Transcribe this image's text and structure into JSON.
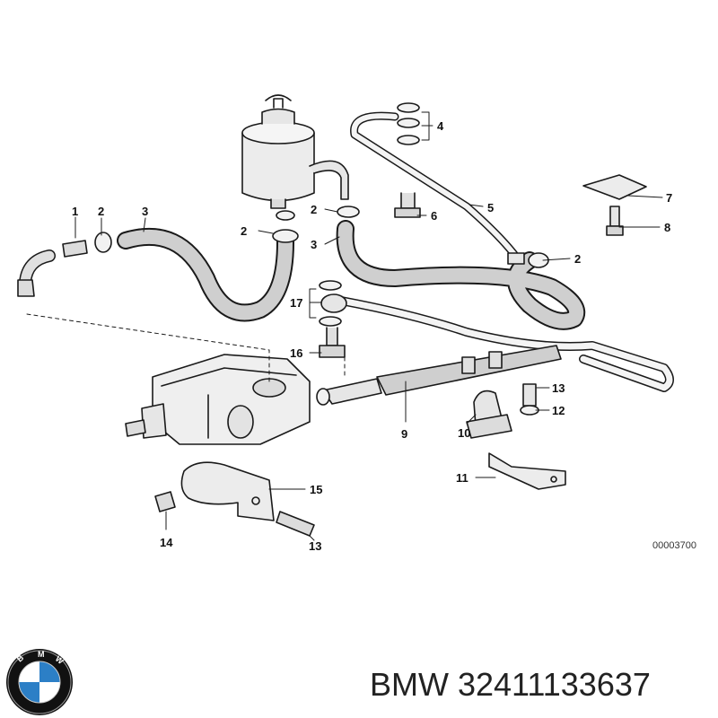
{
  "diagram": {
    "callouts": {
      "c1": "1",
      "c2a": "2",
      "c3a": "3",
      "c2b": "2",
      "c2c": "2",
      "c3b": "3",
      "c4": "4",
      "c5": "5",
      "c6": "6",
      "c2d": "2",
      "c7": "7",
      "c8": "8",
      "c17": "17",
      "c16": "16",
      "c9": "9",
      "c13a": "13",
      "c12": "12",
      "c10": "10",
      "c11": "11",
      "c15": "15",
      "c14": "14",
      "c13b": "13"
    },
    "diagram_id": "00003700"
  },
  "footer": {
    "brand": "BMW",
    "part_number": "32411133637"
  },
  "colors": {
    "line": "#1a1a1a",
    "hose_fill": "#d9d9d9",
    "metal_fill": "#ececec",
    "logo_blue": "#2c7fc6",
    "logo_ring": "#111111"
  }
}
